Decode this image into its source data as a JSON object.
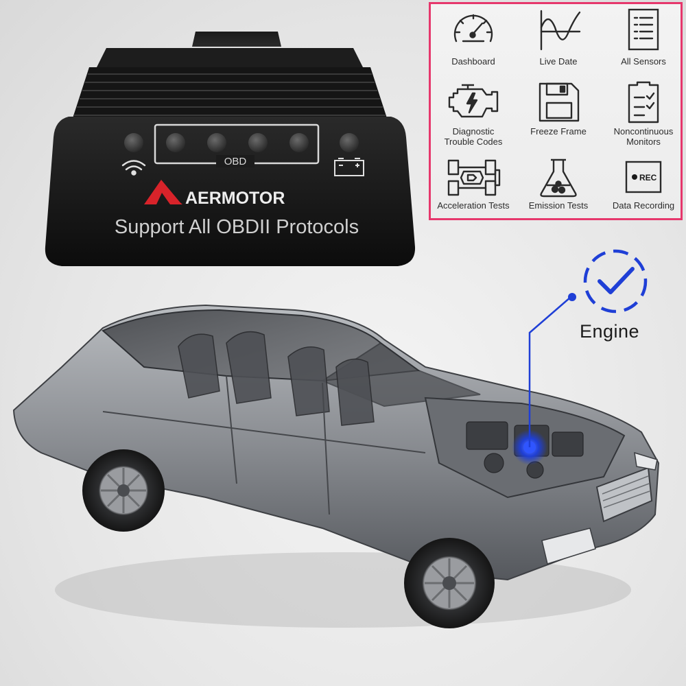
{
  "device": {
    "brand": "AERMOTOR",
    "obd_label": "OBD",
    "tagline": "Support  All OBDII Protocols",
    "accent_color": "#d8232a"
  },
  "features": [
    {
      "label": "Dashboard",
      "icon": "speedometer-icon"
    },
    {
      "label": "Live Date",
      "icon": "waveform-icon"
    },
    {
      "label": "All Sensors",
      "icon": "list-document-icon"
    },
    {
      "label": "Diagnostic\nTrouble Codes",
      "icon": "engine-icon"
    },
    {
      "label": "Freeze Frame",
      "icon": "floppy-disk-icon"
    },
    {
      "label": "Noncontinuous\nMonitors",
      "icon": "checklist-clipboard-icon"
    },
    {
      "label": "Acceleration Tests",
      "icon": "race-car-icon"
    },
    {
      "label": "Emission Tests",
      "icon": "flask-icon"
    },
    {
      "label": "Data Recording",
      "icon": "rec-icon"
    }
  ],
  "callout": {
    "label": "Engine",
    "color": "#1f3fd6"
  },
  "panel_border_color": "#e6376c"
}
